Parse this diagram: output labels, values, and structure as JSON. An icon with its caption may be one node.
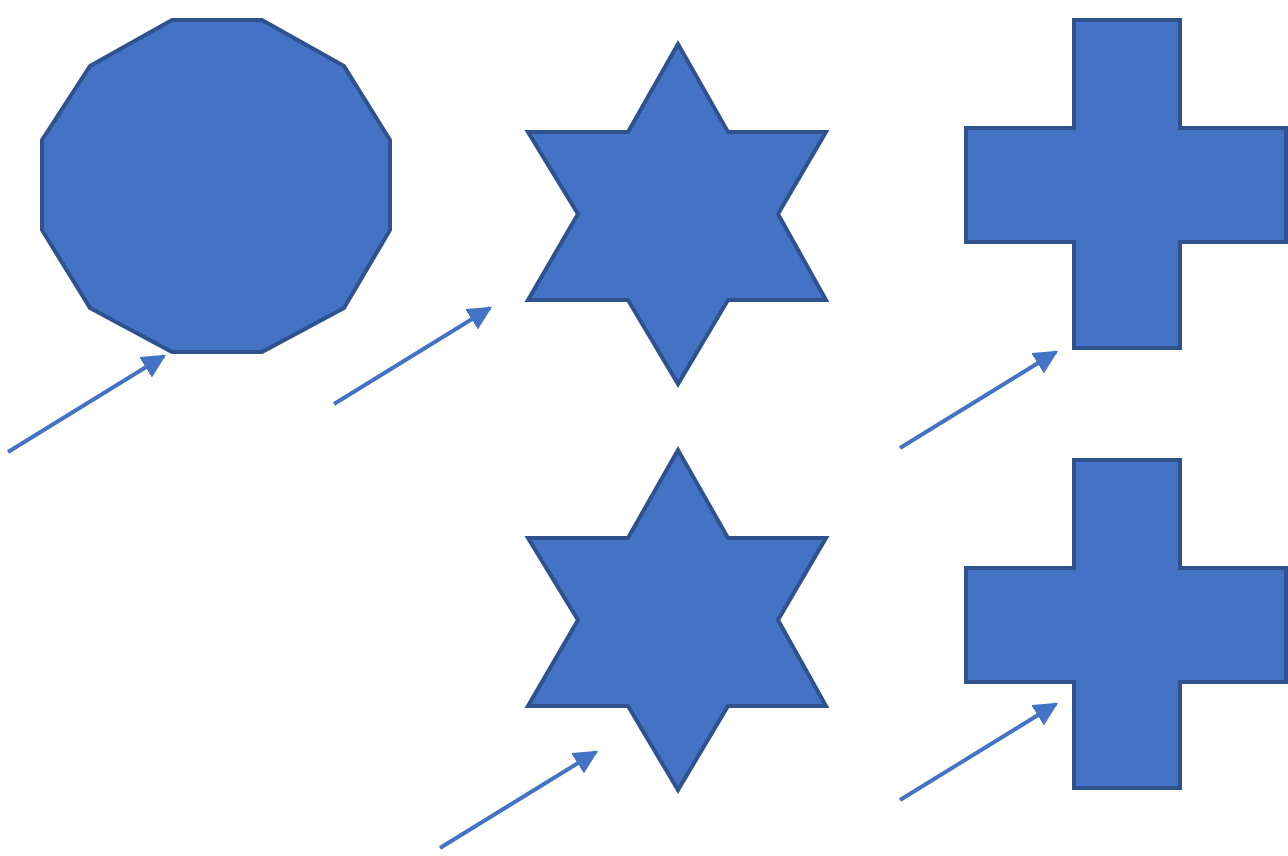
{
  "diagram": {
    "nodes": [
      {
        "text": [],
        "shape": "dodecagon"
      },
      {
        "text": [],
        "shape": "star"
      },
      {
        "text": [],
        "shape": "cross"
      },
      {
        "text": [],
        "shape": "star"
      },
      {
        "text": [],
        "shape": "cross"
      }
    ],
    "edges": [
      {
        "from": null,
        "to": 0,
        "arrow": "to"
      },
      {
        "from": null,
        "to": 1,
        "arrow": "to"
      },
      {
        "from": null,
        "to": 2,
        "arrow": "to"
      },
      {
        "from": null,
        "to": 3,
        "arrow": "to"
      },
      {
        "from": null,
        "to": 4,
        "arrow": "to"
      }
    ]
  }
}
